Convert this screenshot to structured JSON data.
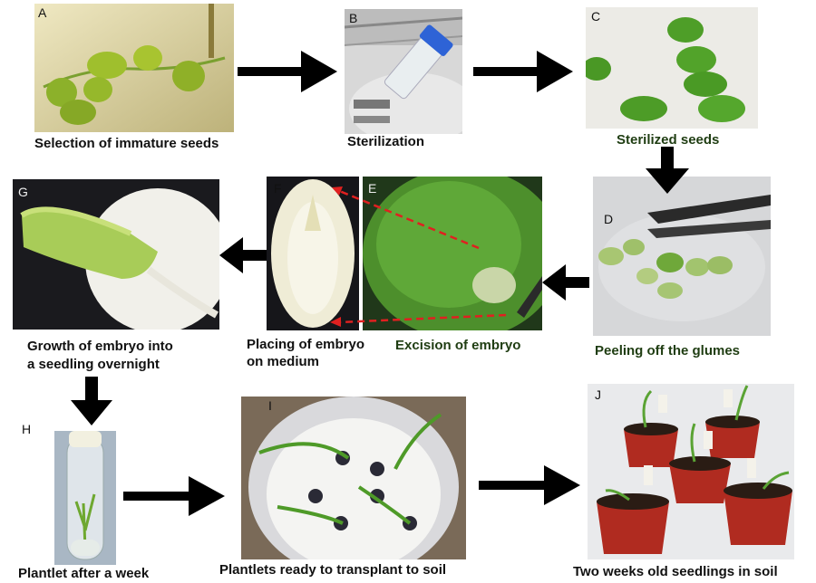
{
  "panels": {
    "A": {
      "letter": "A",
      "caption": "Selection of immature seeds"
    },
    "B": {
      "letter": "B",
      "caption": "Sterilization"
    },
    "C": {
      "letter": "C",
      "caption": "Sterilized seeds"
    },
    "D": {
      "letter": "D",
      "caption": "Peeling off the glumes"
    },
    "E": {
      "letter": "E",
      "caption": "Excision of embryo"
    },
    "F": {
      "letter": "F",
      "caption_line1": "Placing of embryo",
      "caption_line2": "on medium"
    },
    "G": {
      "letter": "G",
      "caption_line1": "Growth of embryo into",
      "caption_line2": "a seedling overnight"
    },
    "H": {
      "letter": "H",
      "caption": "Plantlet after a week"
    },
    "I": {
      "letter": "I",
      "caption": "Plantlets ready to transplant to soil"
    },
    "J": {
      "letter": "J",
      "caption": "Two weeks old seedlings in soil"
    }
  },
  "colors": {
    "arrow": "#000000",
    "dashed_arrow": "#e02020",
    "caption_green": "#1f3d12"
  }
}
